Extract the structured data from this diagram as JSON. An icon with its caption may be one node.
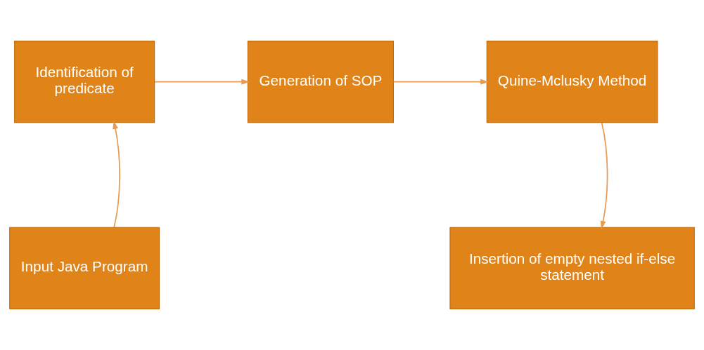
{
  "diagram": {
    "nodes": [
      {
        "text": [
          "Input Java Program"
        ]
      },
      {
        "text": [
          "Identification of predicate"
        ]
      },
      {
        "text": [
          "Generation of SOP"
        ]
      },
      {
        "text": [
          "Quine-Mclusky Method"
        ]
      },
      {
        "text": [
          "Insertion of empty nested if-else statement"
        ]
      }
    ],
    "edges": [
      {
        "from": 0,
        "to": 1,
        "arrow": "to"
      },
      {
        "from": 1,
        "to": 2,
        "arrow": "to"
      },
      {
        "from": 2,
        "to": 3,
        "arrow": "to"
      },
      {
        "from": 3,
        "to": 4,
        "arrow": "to"
      }
    ]
  }
}
